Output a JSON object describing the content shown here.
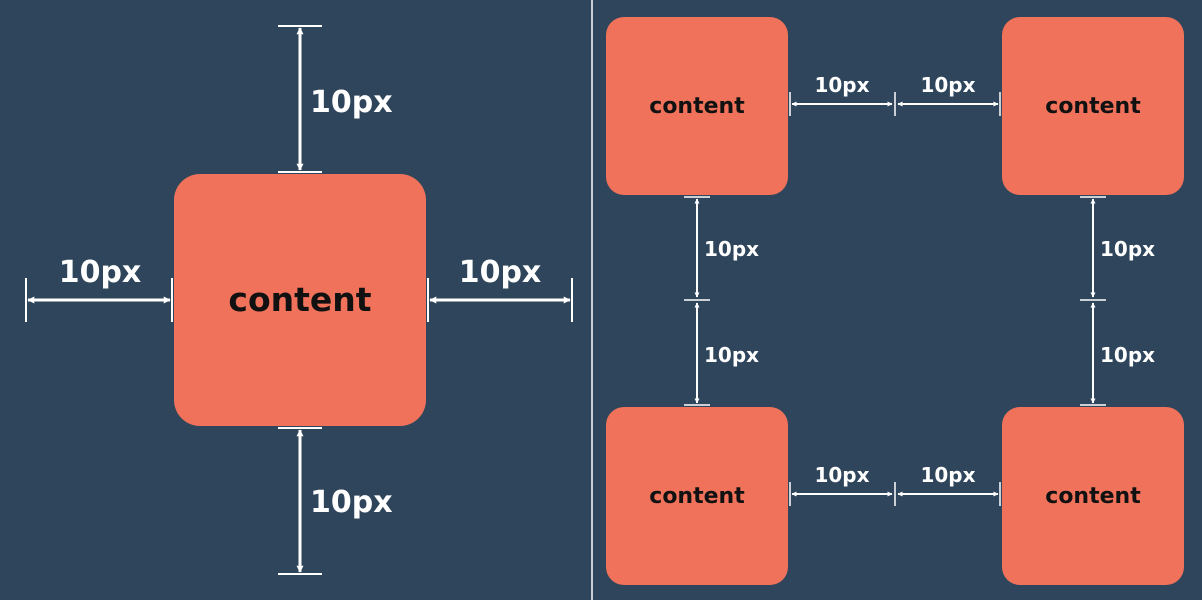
{
  "colors": {
    "background": "#2f455b",
    "box": "#f0725a",
    "box_text": "#111111",
    "arrow": "#ffffff",
    "divider": "#ffffff"
  },
  "left_panel": {
    "box_label": "content",
    "top_label": "10px",
    "bottom_label": "10px",
    "left_label": "10px",
    "right_label": "10px"
  },
  "right_panel": {
    "boxes": [
      {
        "label": "content"
      },
      {
        "label": "content"
      },
      {
        "label": "content"
      },
      {
        "label": "content"
      }
    ],
    "top_horizontal_labels": [
      "10px",
      "10px"
    ],
    "bottom_horizontal_labels": [
      "10px",
      "10px"
    ],
    "left_vertical_labels": [
      "10px",
      "10px"
    ],
    "right_vertical_labels": [
      "10px",
      "10px"
    ]
  }
}
